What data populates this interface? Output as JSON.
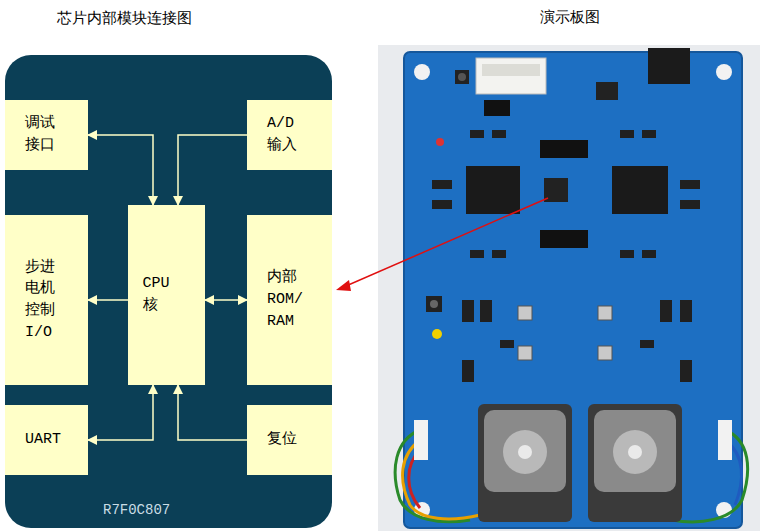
{
  "diagram": {
    "nodes": [
      {
        "text": [
          "芯片内部模块连接图",
          "R7F0C807"
        ]
      },
      {
        "text": [
          "调试 接口"
        ],
        "in": 0
      },
      {
        "text": [
          "A/D 输入"
        ],
        "in": 0
      },
      {
        "text": [
          "步进 电机 控制 I/O"
        ],
        "in": 0
      },
      {
        "text": [
          "CPU 核"
        ],
        "in": 0
      },
      {
        "text": [
          "内部 ROM/ RAM"
        ],
        "in": 0
      },
      {
        "text": [
          "UART"
        ],
        "in": 0
      },
      {
        "text": [
          "复位"
        ],
        "in": 0
      }
    ],
    "edges": [
      {
        "from": 4,
        "to": 1,
        "arrow": "both"
      },
      {
        "from": 2,
        "to": 4,
        "arrow": "to"
      },
      {
        "from": 4,
        "to": 3,
        "arrow": "to"
      },
      {
        "from": 4,
        "to": 5,
        "arrow": "both"
      },
      {
        "from": 4,
        "to": 6,
        "arrow": "both"
      },
      {
        "from": 7,
        "to": 4,
        "arrow": "to"
      }
    ],
    "labels": [
      "演示板图"
    ]
  }
}
